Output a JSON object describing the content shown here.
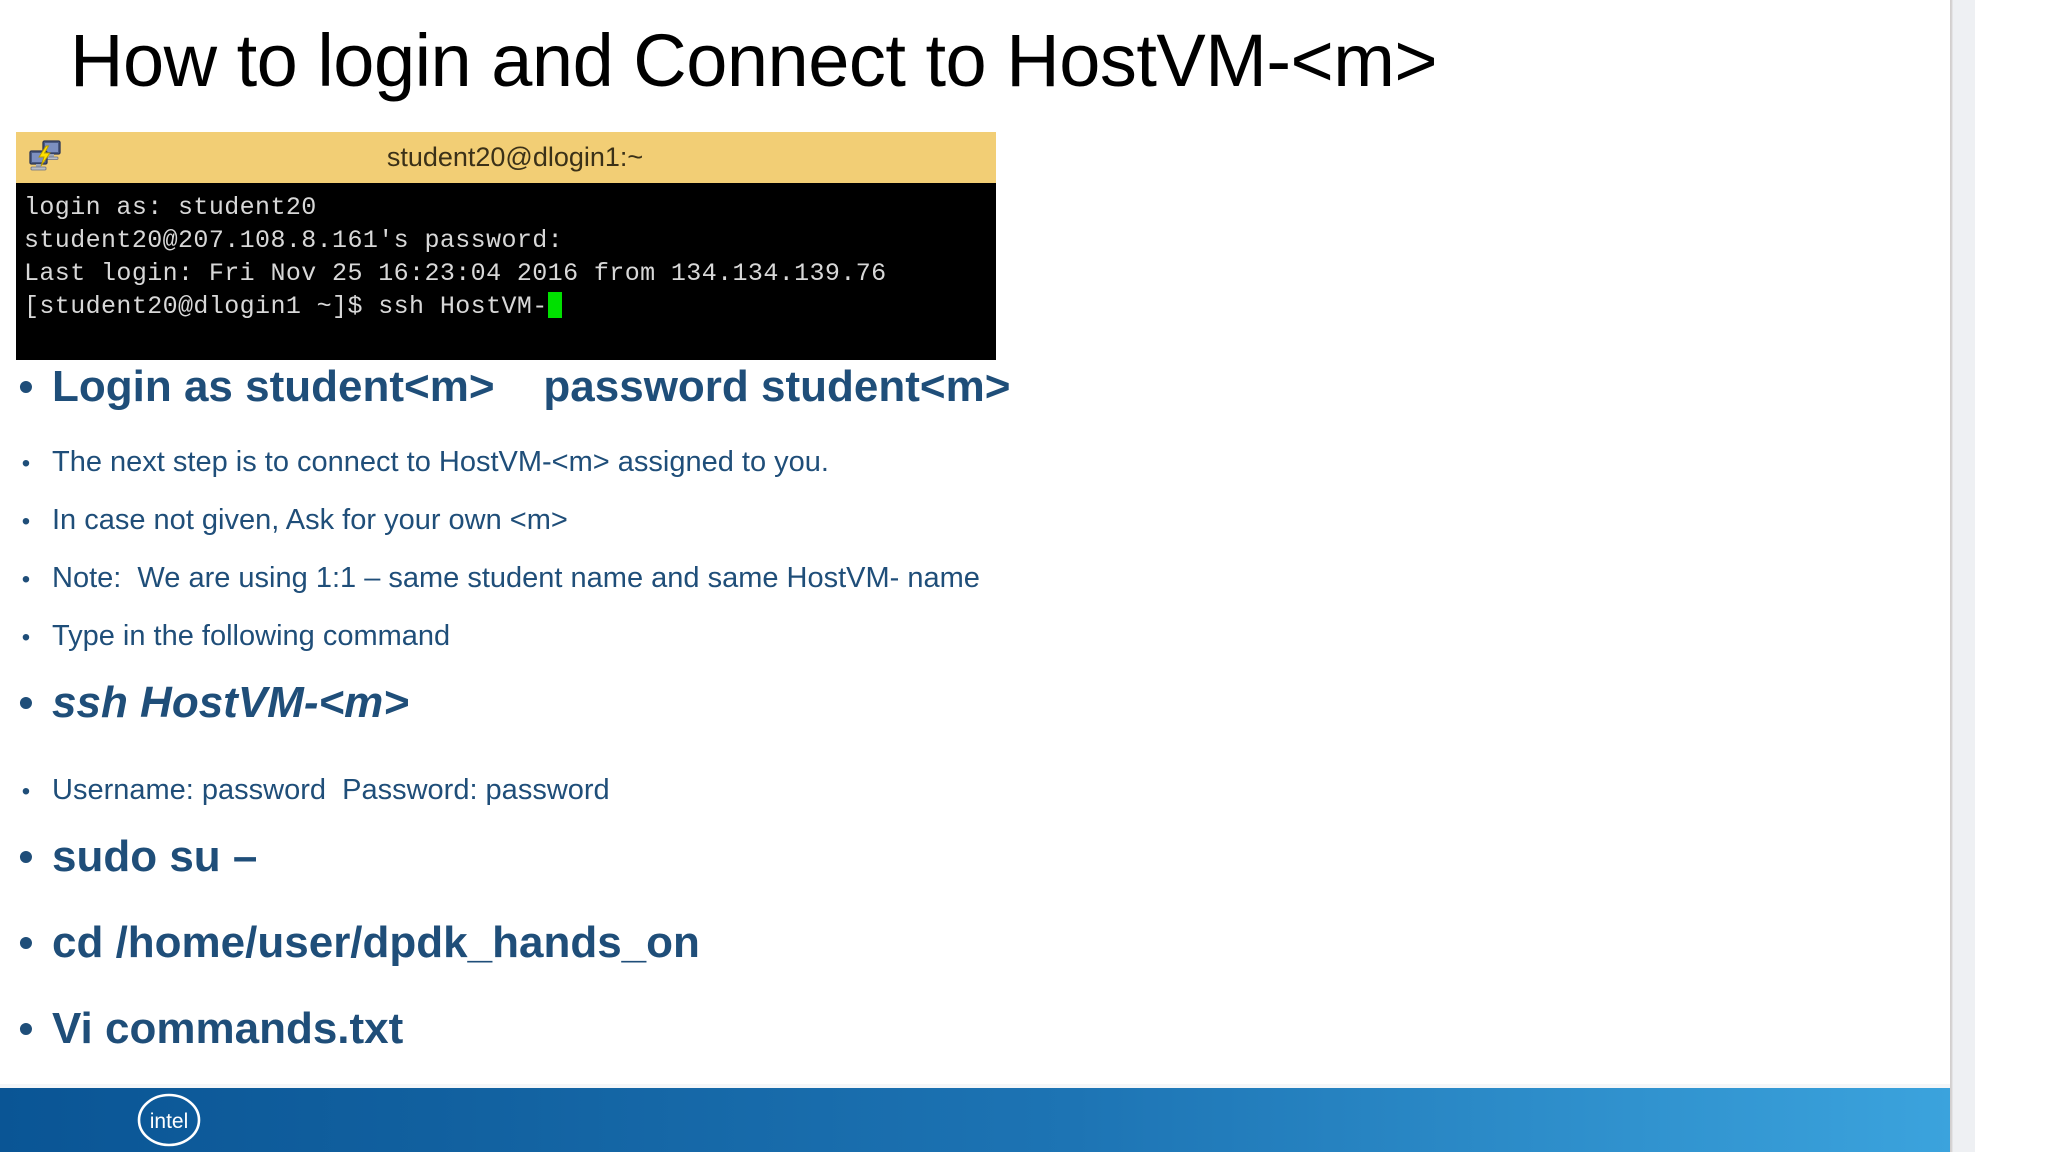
{
  "slide": {
    "title": "How to login and Connect to HostVM-<m>",
    "accent_color": "#1f4e79",
    "title_color": "#000000",
    "background_color": "#ffffff"
  },
  "terminal": {
    "window_title": "student20@dlogin1:~",
    "titlebar_color": "#f2ce75",
    "body_color": "#000000",
    "text_color": "#d8d8d8",
    "cursor_color": "#00e000",
    "icon": "putty-icon",
    "lines": [
      "login as: student20",
      "student20@207.108.8.161's password:",
      "Last login: Fri Nov 25 16:23:04 2016 from 134.134.139.76",
      "[student20@dlogin1 ~]$ ssh HostVM-"
    ]
  },
  "bullets": [
    {
      "level": "big",
      "marker": "•",
      "text": "Login as student<m>    password student<m>",
      "style": "bold"
    },
    {
      "level": "small",
      "marker": "•",
      "text": "The next step is to connect to HostVM-<m> assigned to you.",
      "style": "normal"
    },
    {
      "level": "small",
      "marker": "•",
      "text": "In case not given, Ask for your own <m>",
      "style": "normal"
    },
    {
      "level": "small",
      "marker": "•",
      "text": "Note:  We are using 1:1 – same student name and same HostVM- name",
      "style": "normal"
    },
    {
      "level": "small",
      "marker": "•",
      "text": "Type in the following command",
      "style": "normal"
    },
    {
      "level": "big",
      "marker": "•",
      "text": "ssh HostVM-<m>",
      "style": "bold-italic"
    },
    {
      "level": "small",
      "marker": "•",
      "text": "Username: password  Password: password",
      "style": "normal"
    },
    {
      "level": "big",
      "marker": "•",
      "text": "sudo su –",
      "style": "bold"
    },
    {
      "level": "big",
      "marker": "•",
      "text": "cd /home/user/dpdk_hands_on",
      "style": "bold"
    },
    {
      "level": "big",
      "marker": "•",
      "text": "Vi commands.txt",
      "style": "bold"
    }
  ],
  "footer": {
    "logo": "intel-logo",
    "logo_text": "intel",
    "gradient_start": "#0a5595",
    "gradient_end": "#3ba3dd"
  }
}
